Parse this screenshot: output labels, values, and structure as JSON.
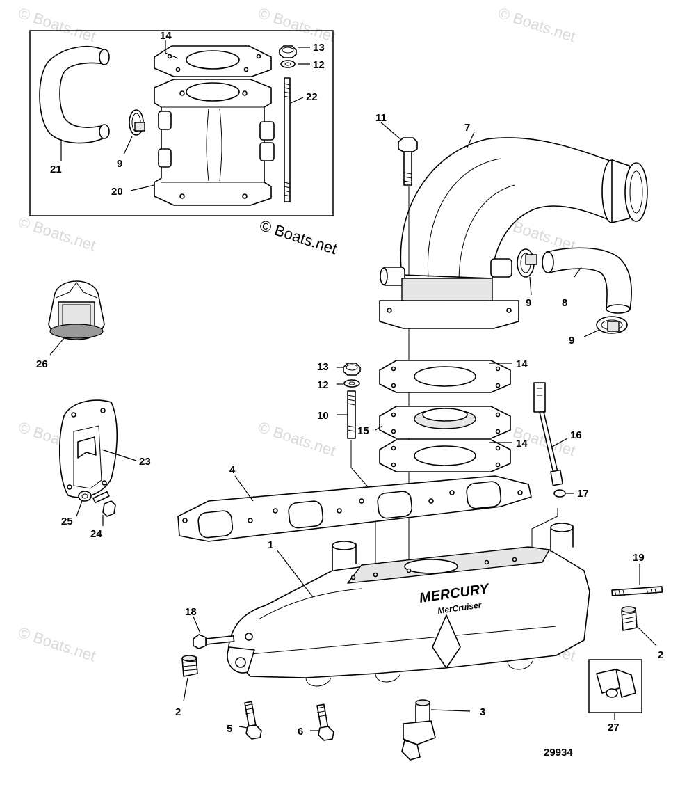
{
  "watermark": "© Boats.net",
  "copyright": "© Boats.net",
  "brand": {
    "name": "MERCURY",
    "sub": "MerCruiser"
  },
  "figure_number": "29934",
  "callouts": {
    "c1": "1",
    "c2a": "2",
    "c2b": "2",
    "c3": "3",
    "c4": "4",
    "c5": "5",
    "c6": "6",
    "c7": "7",
    "c8": "8",
    "c9a": "9",
    "c9b": "9",
    "c9c": "9",
    "c10": "10",
    "c11": "11",
    "c12a": "12",
    "c12b": "12",
    "c13a": "13",
    "c13b": "13",
    "c14a": "14",
    "c14b": "14",
    "c14c": "14",
    "c15": "15",
    "c16": "16",
    "c17": "17",
    "c18": "18",
    "c19": "19",
    "c20": "20",
    "c21": "21",
    "c22": "22",
    "c23": "23",
    "c24": "24",
    "c25": "25",
    "c26": "26",
    "c27": "27"
  }
}
